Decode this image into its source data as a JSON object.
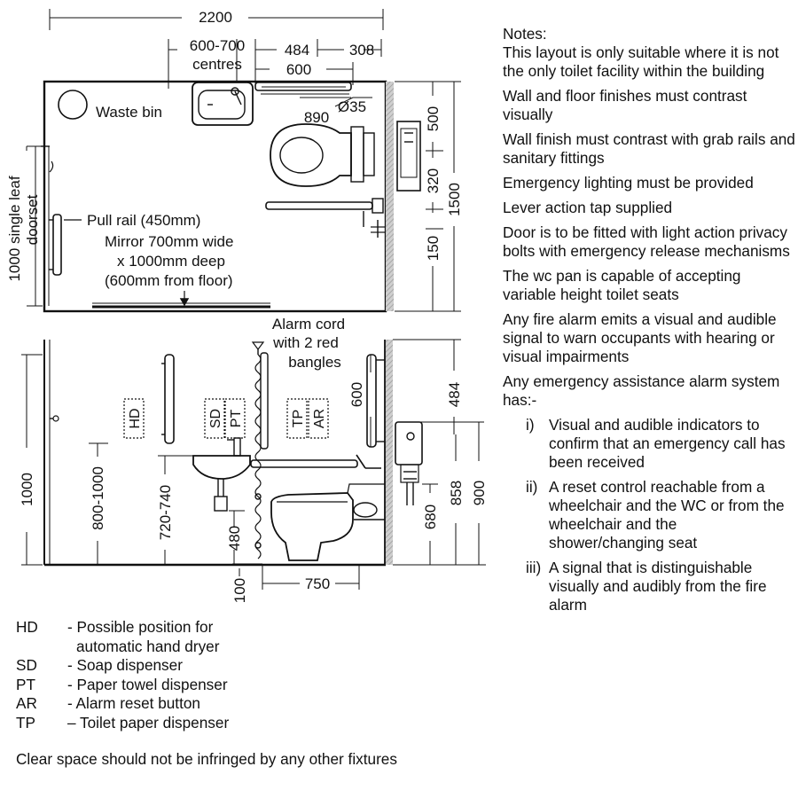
{
  "plan": {
    "dim_overall_width": "2200",
    "dim_centres": "600-700",
    "dim_centres_2": "centres",
    "dim_484": "484",
    "dim_308": "308",
    "dim_600": "600",
    "dim_890": "890",
    "dim_dia35": "Ø35",
    "dim_500": "500",
    "dim_320": "320",
    "dim_150": "150",
    "dim_1500": "1500",
    "doorset_line1": "1000 single leaf",
    "doorset_line2": "doorset",
    "waste_bin": "Waste bin",
    "pull_rail": "Pull rail (450mm)",
    "mirror_line1": "Mirror 700mm wide",
    "mirror_line2": "x 1000mm deep",
    "mirror_line3": "(600mm from floor)"
  },
  "elevation": {
    "alarm_line1": "Alarm cord",
    "alarm_line2": "with 2 red",
    "alarm_line3": "bangles",
    "hd": "HD",
    "sd": "SD",
    "pt": "PT",
    "tp": "TP",
    "ar": "AR",
    "dim_1000": "1000",
    "dim_800_1000": "800-1000",
    "dim_720_740": "720-740",
    "dim_480": "480",
    "dim_600": "600",
    "dim_484": "484",
    "dim_680": "680",
    "dim_858": "858",
    "dim_900": "900",
    "dim_100": "100",
    "dim_750": "750"
  },
  "legend": {
    "items": [
      {
        "abbr": "HD",
        "text": "- Possible position for",
        "text2": "automatic hand dryer"
      },
      {
        "abbr": "SD",
        "text": "- Soap dispenser"
      },
      {
        "abbr": "PT",
        "text": "- Paper towel dispenser"
      },
      {
        "abbr": "AR",
        "text": "- Alarm reset button"
      },
      {
        "abbr": "TP",
        "text": "– Toilet paper dispenser"
      }
    ],
    "footer": "Clear space should not be infringed by any other fixtures"
  },
  "notes": {
    "heading": "Notes:",
    "items": [
      "This layout is only suitable where it is not the only toilet facility within the building",
      "Wall and floor finishes must contrast visually",
      "Wall finish must contrast with grab rails and sanitary fittings",
      "Emergency lighting must be provided",
      "Lever action tap supplied",
      "Door is to be fitted with light action privacy bolts with emergency release mechanisms",
      "The wc pan is capable of accepting variable height toilet seats",
      "Any fire alarm emits a visual and audible signal to warn occupants with hearing or visual impairments",
      "Any emergency assistance alarm system has:-"
    ],
    "subitems": [
      {
        "marker": "i)",
        "text": "Visual and audible indicators to confirm that an emergency call has been received"
      },
      {
        "marker": "ii)",
        "text": "A reset control reachable from a wheelchair and the WC or from the wheelchair and the shower/changing seat"
      },
      {
        "marker": "iii)",
        "text": "A signal that is distinguishable visually and audibly from the fire alarm"
      }
    ]
  }
}
